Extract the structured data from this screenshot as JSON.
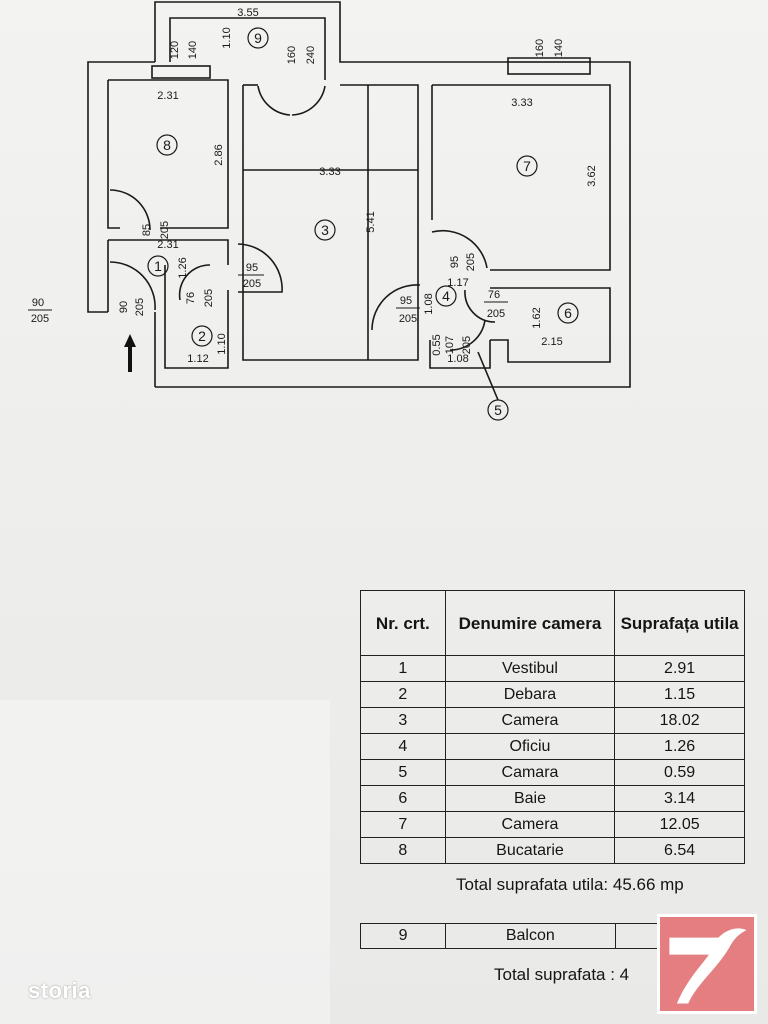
{
  "plan": {
    "dims": {
      "top": "3.55",
      "balcony_h": "1.10",
      "win1_a": "120",
      "win1_b": "140",
      "door_bal_a": "160",
      "door_bal_b": "240",
      "win2_a": "160",
      "win2_b": "140",
      "kitchen_w": "2.31",
      "kitchen_h": "2.86",
      "room3_w": "3.33",
      "room3_h": "5.41",
      "room7_w": "3.33",
      "room7_h": "3.62",
      "door_k_a": "85",
      "door_k_b": "205",
      "hall_w": "2.31",
      "hall_h": "1.26",
      "door3_a": "95",
      "door3_b": "205",
      "entry_a": "90",
      "entry_b": "205",
      "entry_label_a": "90",
      "entry_label_b": "205",
      "door2_a": "76",
      "door2_b": "205",
      "deb_h": "1.10",
      "deb_w": "1.12",
      "door7_a": "95",
      "door7_b": "205",
      "of_w": "1.17",
      "door4_a": "95",
      "door4_b": "205",
      "of_h": "1.08",
      "door6_a": "76",
      "door6_b": "205",
      "bath_h": "1.62",
      "bath_w": "2.15",
      "cam_h": "0.55",
      "door5_a": "107",
      "door5_b": "205",
      "cam_w": "1.08"
    },
    "room_numbers": [
      "1",
      "2",
      "3",
      "4",
      "5",
      "6",
      "7",
      "8",
      "9"
    ]
  },
  "table": {
    "headers": [
      "Nr. crt.",
      "Denumire camera",
      "Suprafața utila"
    ],
    "rows": [
      {
        "nr": "1",
        "name": "Vestibul",
        "area": "2.91"
      },
      {
        "nr": "2",
        "name": "Debara",
        "area": "1.15"
      },
      {
        "nr": "3",
        "name": "Camera",
        "area": "18.02"
      },
      {
        "nr": "4",
        "name": "Oficiu",
        "area": "1.26"
      },
      {
        "nr": "5",
        "name": "Camara",
        "area": "0.59"
      },
      {
        "nr": "6",
        "name": "Baie",
        "area": "3.14"
      },
      {
        "nr": "7",
        "name": "Camera",
        "area": "12.05"
      },
      {
        "nr": "8",
        "name": "Bucatarie",
        "area": "6.54"
      }
    ]
  },
  "total_util": "Total suprafata utila: 45.66 mp",
  "balcony": {
    "nr": "9",
    "name": "Balcon",
    "area": ""
  },
  "total_all": "Total suprafata : 4",
  "logo": "storia",
  "colors": {
    "badge": "#e57e80",
    "ink": "#151515"
  }
}
